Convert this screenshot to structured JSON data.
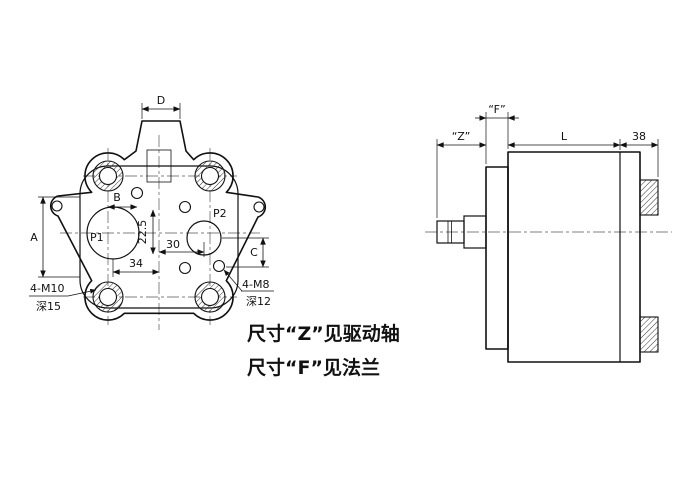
{
  "front_view": {
    "dim_d": "D",
    "dim_b": "B",
    "dim_a": "A",
    "dim_c": "C",
    "dim_22_5": "22.5",
    "dim_34": "34",
    "dim_30": "30",
    "port_p1": "P1",
    "port_p2": "P2",
    "leader_m10": "4-M10",
    "leader_m10_depth": "深15",
    "leader_m8": "4-M8",
    "leader_m8_depth": "深12"
  },
  "side_view": {
    "dim_z": "“Z”",
    "dim_f": "“F”",
    "dim_l": "L",
    "dim_38": "38"
  },
  "notes": {
    "line1": "尺寸“Z”见驱动轴",
    "line2": "尺寸“F”见法兰"
  },
  "colors": {
    "line": "#111111",
    "background": "#ffffff"
  }
}
